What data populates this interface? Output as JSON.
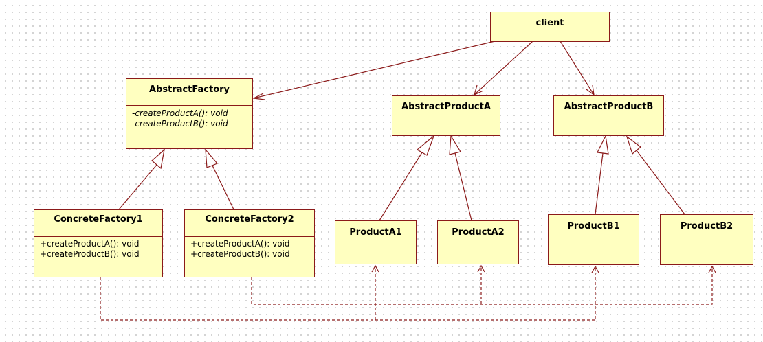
{
  "classes": {
    "client": {
      "name": "client"
    },
    "abstract_factory": {
      "name": "AbstractFactory",
      "operations": [
        "-createProductA(): void",
        "-createProductB(): void"
      ]
    },
    "abstract_product_a": {
      "name": "AbstractProductA"
    },
    "abstract_product_b": {
      "name": "AbstractProductB"
    },
    "concrete_factory_1": {
      "name": "ConcreteFactory1",
      "operations": [
        "+createProductA(): void",
        "+createProductB(): void"
      ]
    },
    "concrete_factory_2": {
      "name": "ConcreteFactory2",
      "operations": [
        "+createProductA(): void",
        "+createProductB(): void"
      ]
    },
    "product_a1": {
      "name": "ProductA1"
    },
    "product_a2": {
      "name": "ProductA2"
    },
    "product_b1": {
      "name": "ProductB1"
    },
    "product_b2": {
      "name": "ProductB2"
    }
  },
  "colors": {
    "box_fill": "#ffffc0",
    "line": "#8b1a1a",
    "background": "#ffffff"
  },
  "relations": [
    {
      "type": "association",
      "from": "client",
      "to": "AbstractFactory"
    },
    {
      "type": "association",
      "from": "client",
      "to": "AbstractProductA"
    },
    {
      "type": "association",
      "from": "client",
      "to": "AbstractProductB"
    },
    {
      "type": "generalization",
      "from": "ConcreteFactory1",
      "to": "AbstractFactory"
    },
    {
      "type": "generalization",
      "from": "ConcreteFactory2",
      "to": "AbstractFactory"
    },
    {
      "type": "generalization",
      "from": "ProductA1",
      "to": "AbstractProductA"
    },
    {
      "type": "generalization",
      "from": "ProductA2",
      "to": "AbstractProductA"
    },
    {
      "type": "generalization",
      "from": "ProductB1",
      "to": "AbstractProductB"
    },
    {
      "type": "generalization",
      "from": "ProductB2",
      "to": "AbstractProductB"
    },
    {
      "type": "dependency",
      "from": "ConcreteFactory1",
      "to": "ProductA1"
    },
    {
      "type": "dependency",
      "from": "ConcreteFactory1",
      "to": "ProductB1"
    },
    {
      "type": "dependency",
      "from": "ConcreteFactory2",
      "to": "ProductA2"
    },
    {
      "type": "dependency",
      "from": "ConcreteFactory2",
      "to": "ProductB2"
    }
  ]
}
